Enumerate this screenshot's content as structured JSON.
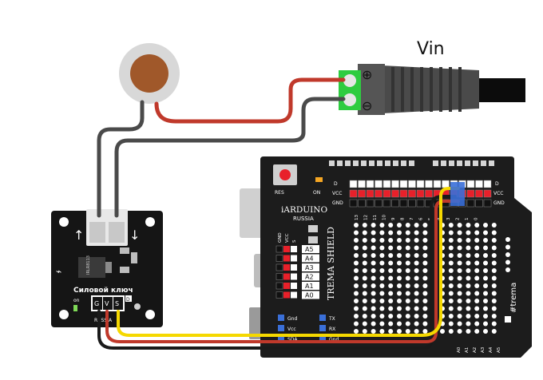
{
  "labels": {
    "vin": "Vin",
    "jack_plus": "⊕",
    "jack_minus": "⊖"
  },
  "module": {
    "title": "Силовой ключ",
    "subtitle": "RUSSIA",
    "on": "on",
    "d": "D",
    "pins": [
      "G",
      "V",
      "S"
    ],
    "chip": "IRLR8113"
  },
  "shield": {
    "brand": "iARDUINO",
    "country": "RUSSIA",
    "name": "TREMA SHIELD",
    "tag": "#trema",
    "res": "RES",
    "on": "ON",
    "rows": [
      "D",
      "VCC",
      "GND"
    ],
    "digital_pins": [
      "13",
      "12",
      "11",
      "10",
      "9",
      "8",
      "7",
      "6",
      "5",
      "4",
      "3",
      "2",
      "1",
      "0"
    ],
    "analog_pins": [
      "A5",
      "A4",
      "A3",
      "A2",
      "A1",
      "A0"
    ],
    "analog_header": [
      "GND",
      "VCC",
      "S"
    ],
    "bottom_pins": [
      "Gnd",
      "Vcc",
      "SDA",
      "TX",
      "RX",
      "Gnd"
    ],
    "bottom_row": [
      "A0",
      "A1",
      "A2",
      "A3",
      "A4",
      "A5"
    ]
  },
  "colors": {
    "wire_red": "#c0392b",
    "wire_black": "#3a3a3a",
    "wire_yellow": "#f5d800",
    "board": "#1c1c1c",
    "terminal_green": "#2ecc40"
  }
}
